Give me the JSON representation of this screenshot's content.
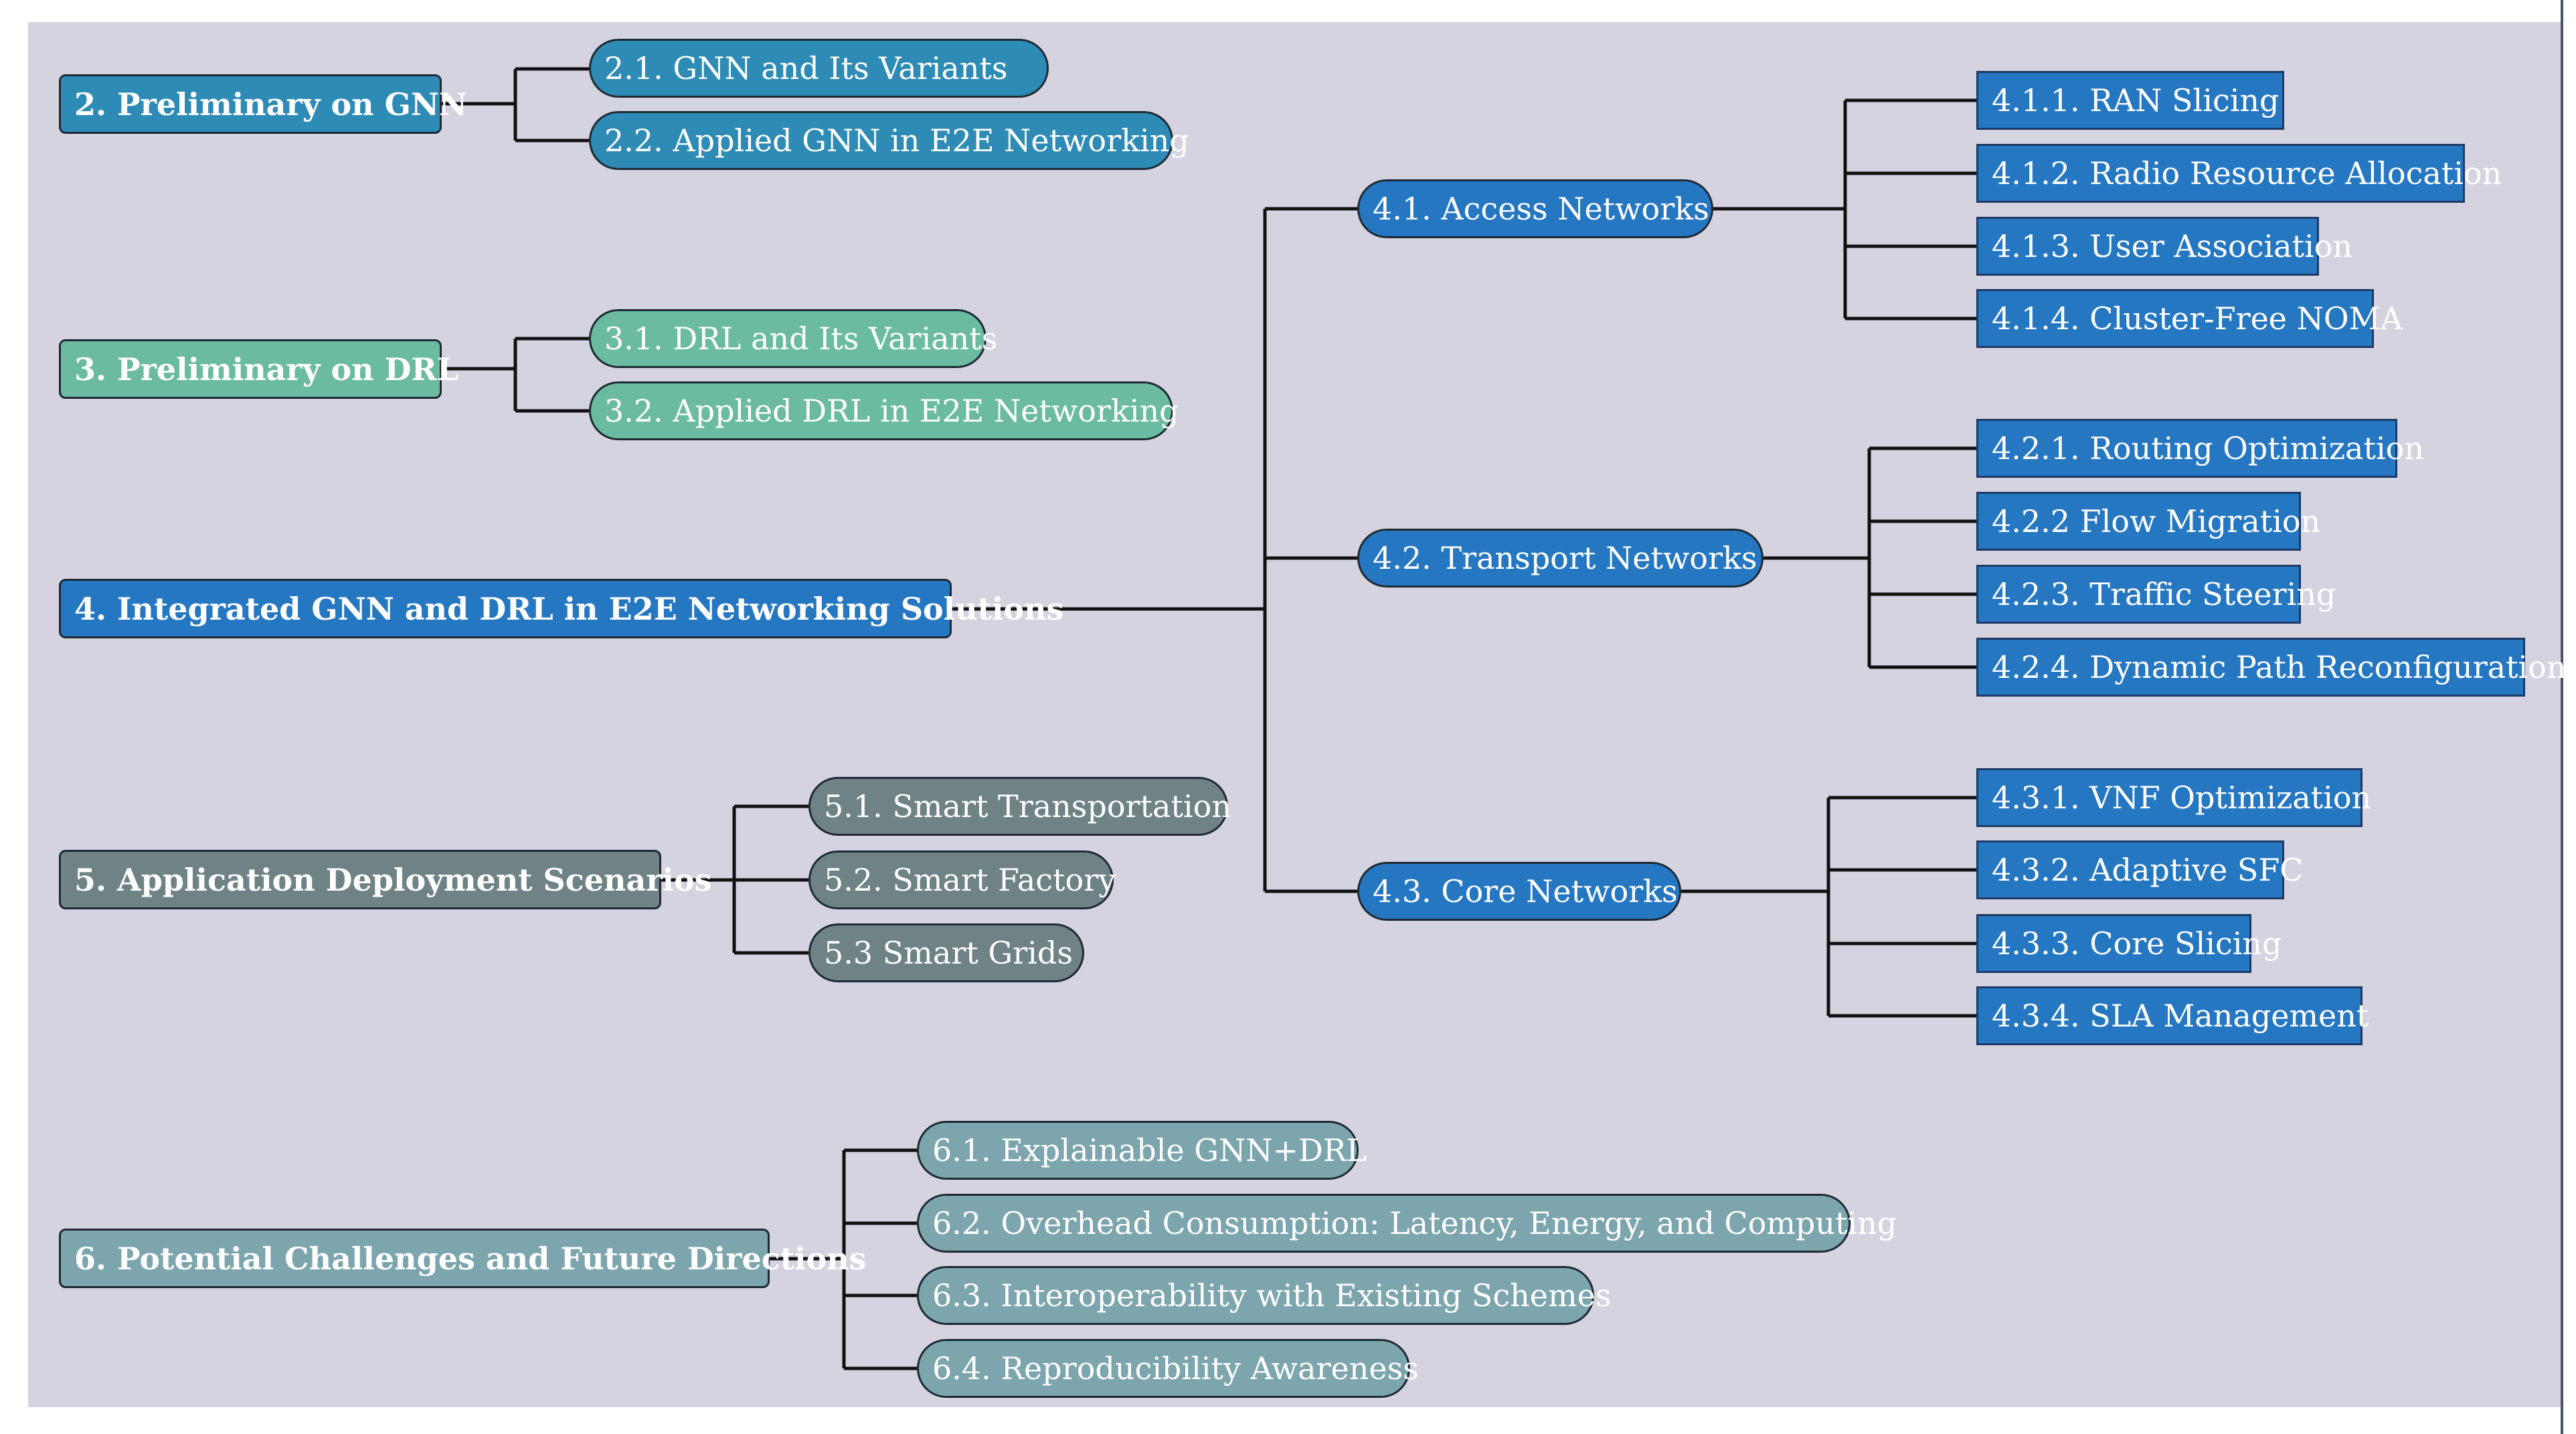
{
  "sections": [
    {
      "id": "gnn",
      "label": "2. Preliminary on GNN",
      "color": "#2d8bb5",
      "children": [
        "2.1. GNN and Its Variants",
        "2.2. Applied GNN in E2E Networking"
      ]
    },
    {
      "id": "drl",
      "label": "3. Preliminary on DRL",
      "color": "#6bbba0",
      "children": [
        "3.1. DRL and Its Variants",
        "3.2. Applied DRL in E2E Networking"
      ]
    },
    {
      "id": "integrated",
      "label": "4. Integrated GNN and DRL in E2E Networking Solutions",
      "color": "#2677c2",
      "children": [
        {
          "label": "4.1. Access Networks",
          "items": [
            "4.1.1. RAN Slicing",
            "4.1.2. Radio Resource Allocation",
            "4.1.3. User Association",
            "4.1.4. Cluster-Free NOMA"
          ]
        },
        {
          "label": "4.2. Transport Networks",
          "items": [
            "4.2.1. Routing Optimization",
            "4.2.2 Flow Migration",
            "4.2.3. Traffic Steering",
            "4.2.4. Dynamic Path Reconfiguration"
          ]
        },
        {
          "label": "4.3. Core Networks",
          "items": [
            "4.3.1. VNF Optimization",
            "4.3.2. Adaptive SFC",
            "4.3.3. Core Slicing",
            "4.3.4. SLA Management"
          ]
        }
      ]
    },
    {
      "id": "app",
      "label": "5. Application Deployment Scenarios",
      "color": "#6f8285",
      "children": [
        "5.1. Smart Transportation",
        "5.2. Smart Factory",
        "5.3 Smart Grids"
      ]
    },
    {
      "id": "future",
      "label": "6. Potential Challenges and Future Directions",
      "color": "#7ca5ad",
      "children": [
        "6.1. Explainable GNN+DRL",
        "6.2. Overhead Consumption: Latency, Energy, and Computing",
        "6.3. Interoperability with Existing Schemes",
        "6.4. Reproducibility Awareness"
      ]
    }
  ]
}
